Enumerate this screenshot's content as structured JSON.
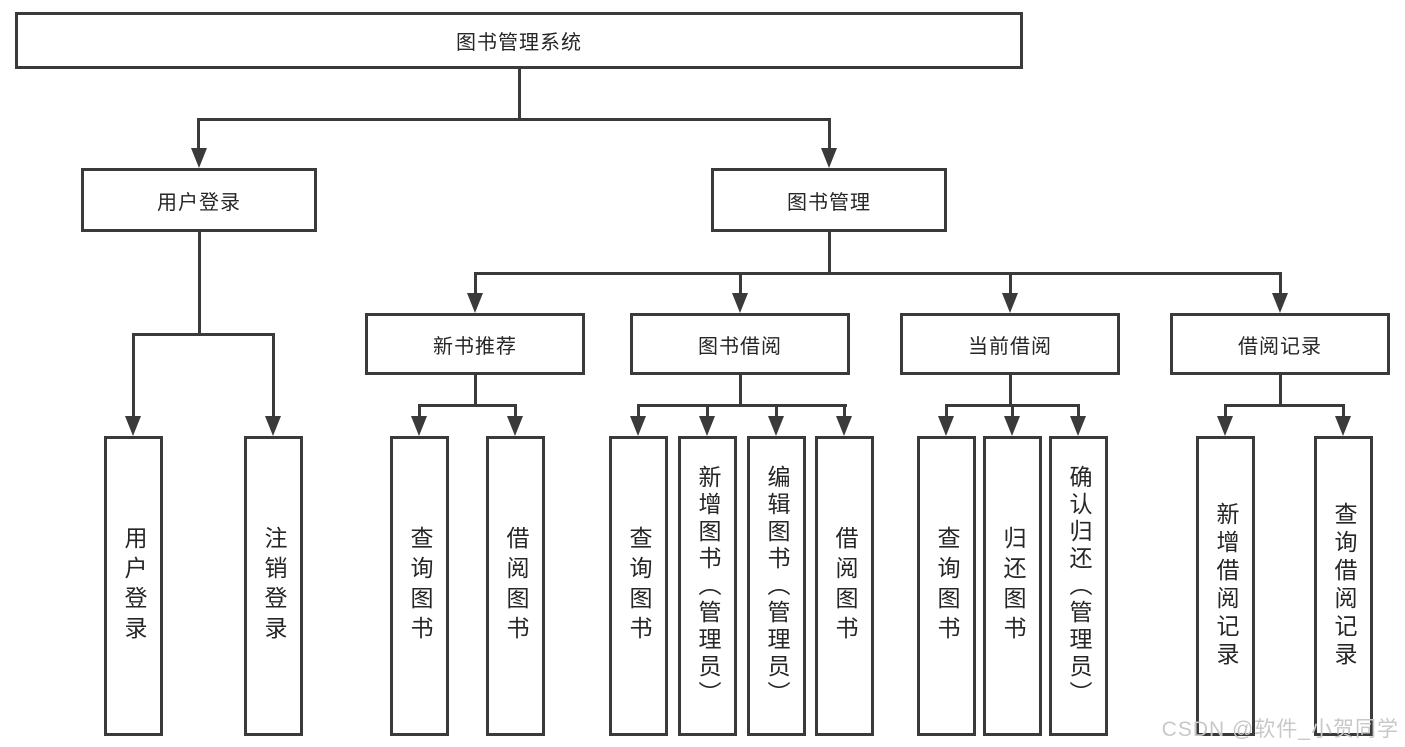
{
  "tree": {
    "root": {
      "label": "图书管理系统"
    },
    "children": [
      {
        "label": "用户登录",
        "children": [
          {
            "label": "用户登录"
          },
          {
            "label": "注销登录"
          }
        ]
      },
      {
        "label": "图书管理",
        "children": [
          {
            "label": "新书推荐",
            "children": [
              {
                "label": "查询图书"
              },
              {
                "label": "借阅图书"
              }
            ]
          },
          {
            "label": "图书借阅",
            "children": [
              {
                "label": "查询图书"
              },
              {
                "label": "新增图书（管理员）"
              },
              {
                "label": "编辑图书（管理员）"
              },
              {
                "label": "借阅图书"
              }
            ]
          },
          {
            "label": "当前借阅",
            "children": [
              {
                "label": "查询图书"
              },
              {
                "label": "归还图书"
              },
              {
                "label": "确认归还（管理员）"
              }
            ]
          },
          {
            "label": "借阅记录",
            "children": [
              {
                "label": "新增借阅记录"
              },
              {
                "label": "查询借阅记录"
              }
            ]
          }
        ]
      }
    ]
  },
  "watermark": {
    "text": "CSDN @软件_小贺同学"
  },
  "colors": {
    "line": "#3a3a3a",
    "text": "#262626",
    "watermark": "#c8c8c8",
    "background": "#ffffff"
  }
}
